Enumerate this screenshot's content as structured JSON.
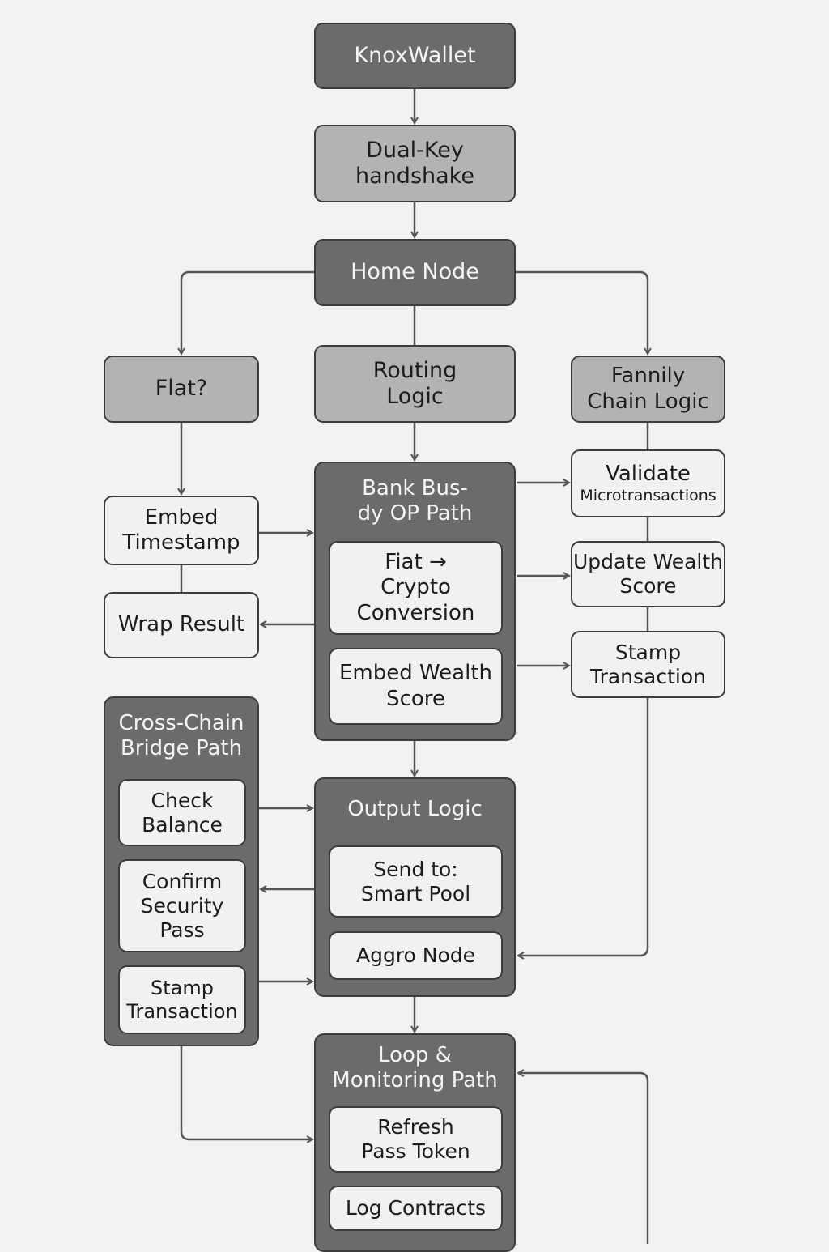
{
  "nodes": {
    "knoxwallet": "KnoxWallet",
    "dual_key": [
      "Dual-Key",
      "handshake"
    ],
    "home_node": "Home Node",
    "flat": "Flat?",
    "routing": [
      "Routing",
      "Logic"
    ],
    "family": [
      "Fannily",
      "Chain Logic"
    ],
    "embed_timestamp": [
      "Embed",
      "Timestamp"
    ],
    "wrap_result": "Wrap Result",
    "validate": [
      "Validate",
      "Microtransactions"
    ],
    "update_wealth": [
      "Update Wealth",
      "Score"
    ],
    "stamp_right": [
      "Stamp",
      "Transaction"
    ]
  },
  "bank_group": {
    "title": [
      "Bank Bus-",
      "dy OP Path"
    ],
    "fiat": [
      "Fiat →",
      "Crypto",
      "Conversion"
    ],
    "embed_wealth": [
      "Embed Wealth",
      "Score"
    ]
  },
  "cross_group": {
    "title": [
      "Cross-Chain",
      "Bridge Path"
    ],
    "check_balance": [
      "Check",
      "Balance"
    ],
    "confirm": [
      "Confirm",
      "Security",
      "Pass"
    ],
    "stamp": [
      "Stamp",
      "Transaction"
    ]
  },
  "output_group": {
    "title": "Output Logic",
    "send_to": [
      "Send to:",
      "Smart Pool"
    ],
    "aggro": "Aggro Node"
  },
  "loop_group": {
    "title": [
      "Loop &",
      "Monitoring Path"
    ],
    "refresh": [
      "Refresh",
      "Pass Token"
    ],
    "log": "Log Contracts"
  }
}
